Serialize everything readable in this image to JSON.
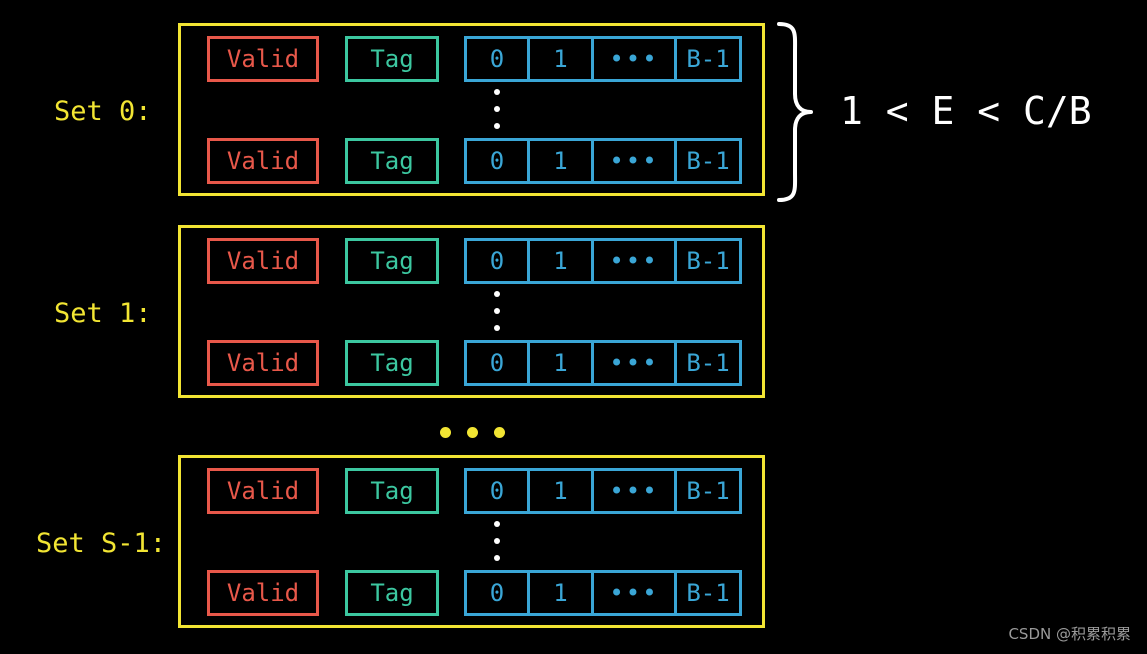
{
  "labels": {
    "valid": "Valid",
    "tag": "Tag",
    "block0": "0",
    "block1": "1",
    "block_dots": "•••",
    "block_last": "B-1"
  },
  "sets": [
    {
      "label": "Set 0:"
    },
    {
      "label": "Set 1:"
    },
    {
      "label": "Set S-1:"
    }
  ],
  "formula": "1 < E < C/B",
  "watermark": "CSDN @积累积累",
  "colors": {
    "set_border": "#f2e533",
    "valid": "#e8584a",
    "tag": "#3cc7a0",
    "block": "#3aa6d6",
    "background": "#000000"
  }
}
